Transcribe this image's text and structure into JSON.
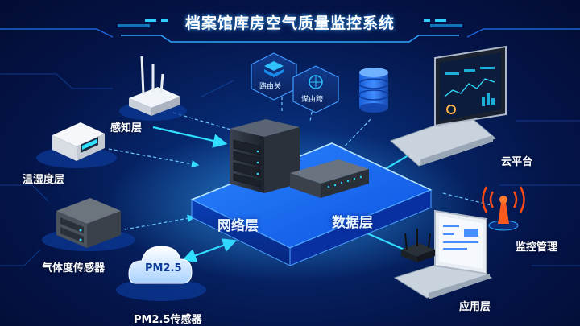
{
  "title": "档案馆库房空气质量监控系统",
  "nodes": {
    "perception": "感知层",
    "temp_humidity": "温湿度层",
    "gas": "气体度传感器",
    "pm25_sensor": "PM2.5传感器",
    "pm25_badge": "PM2.5",
    "network": "网络层",
    "data": "数据层",
    "cloud": "云平台",
    "monitor": "监控管理",
    "application": "应用层",
    "router1": "路由关",
    "router2": "谋由跨"
  },
  "colors": {
    "accent": "#1fd3ff",
    "platform": "#1a6cff",
    "alarm": "#ff5a1e"
  }
}
